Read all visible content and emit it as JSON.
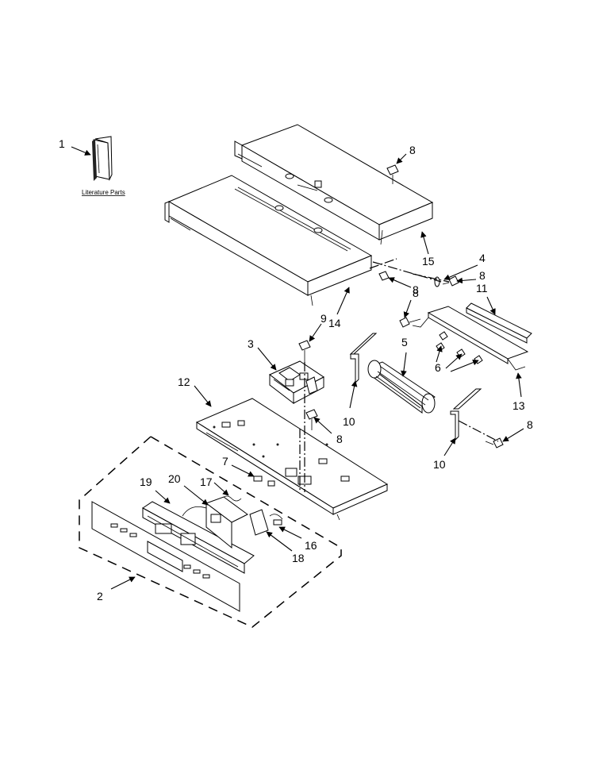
{
  "labels": {
    "c1": "1",
    "c2": "2",
    "c3": "3",
    "c4": "4",
    "c5": "5",
    "c6": "6",
    "c7": "7",
    "c8a": "8",
    "c8b": "8",
    "c8c": "8",
    "c8d": "8",
    "c8e": "8",
    "c8f": "8",
    "c9": "9",
    "c10a": "10",
    "c10b": "10",
    "c11": "11",
    "c12": "12",
    "c13": "13",
    "c14": "14",
    "c15": "15",
    "c16": "16",
    "c17": "17",
    "c18": "18",
    "c19": "19",
    "c20": "20"
  },
  "literature_caption": "Literature Parts",
  "colors": {
    "line": "#000000",
    "background": "#ffffff"
  }
}
